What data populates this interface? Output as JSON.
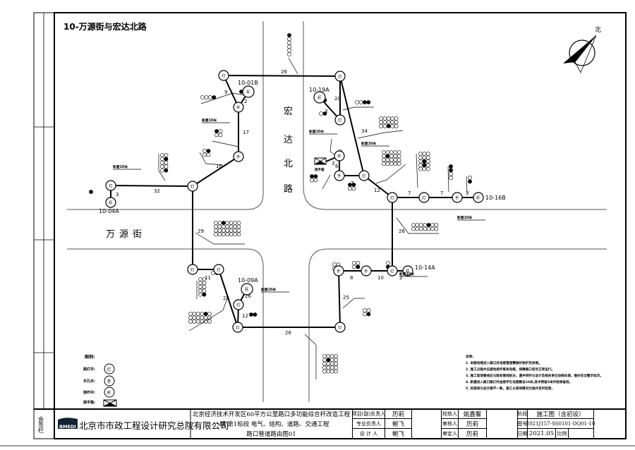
{
  "drawing": {
    "title": "10-万源街与宏达北路",
    "north_label": "北",
    "roads": {
      "horizontal": "万源街",
      "vertical": [
        "宏",
        "达",
        "北",
        "路"
      ]
    },
    "node_glyphs": {
      "light": "灯",
      "hand": "手",
      "pole": "杆"
    },
    "pole_labels": [
      "10-04A",
      "10-01B",
      "10-19A",
      "10-16B",
      "10-14A",
      "10-09A"
    ],
    "segment_lengths": [
      "3",
      "32",
      "16",
      "17",
      "9",
      "2",
      "26",
      "20",
      "3",
      "34",
      "6",
      "3",
      "7",
      "12",
      "7",
      "7",
      "3",
      "26",
      "8",
      "10",
      "2",
      "25",
      "26",
      "12",
      "26",
      "11",
      "29"
    ],
    "callouts": [
      "新建10米",
      "新建10米",
      "新建10米",
      "新建10米",
      "新建10米",
      "新建10米",
      "新建10米"
    ],
    "box_label": "接手箱"
  },
  "legend": {
    "title": "图例:",
    "items": [
      {
        "label": "路灯井:",
        "glyph": "灯"
      },
      {
        "label": "手孔井:",
        "glyph": "手"
      },
      {
        "label": "接杆井:",
        "glyph": "杆"
      },
      {
        "label": "接手箱:",
        "glyph": ""
      }
    ]
  },
  "notes": {
    "title": "说明:",
    "items": [
      "1. 本图电缆进入路口处电缆管道需做好保护及封堵。",
      "2. 施工过程中应避免损坏既有电缆，保障路口信号正常运行。",
      "3. 施工现场管线应与既有管线核对，遇冲突时与设计及相关单位协商处理，做好安全警示标示。",
      "4. 新建进入路口路灯杆由接手孔电缆敷设10米,其中预留3米作检修备用。",
      "5. 如现场与设计图不一致，施工以现场情况为准并及时变更。"
    ]
  },
  "title_block": {
    "company": "北京市市政工程设计研究总院有限公司",
    "logo_text": "BMEDI",
    "side_stamp": "会签栏",
    "project_lines": [
      "北京经济技术开发区60平方公里路口多功能综合杆改造工程",
      "一期 第1标段 电气、结构、道路、交通工程",
      "路口管道路由图01"
    ],
    "roles": [
      {
        "role": "项目(副)负责人",
        "name": "历莉"
      },
      {
        "role": "专业负责人",
        "name": "鲍飞"
      },
      {
        "role": "设 计 人",
        "name": "鲍飞"
      }
    ],
    "checks": [
      {
        "role": "校核人",
        "name": "姚嘉馨"
      },
      {
        "role": "审核人",
        "name": "历莉"
      },
      {
        "role": "审定人",
        "name": "历莉"
      }
    ],
    "stage_label": "阶段",
    "stage": "施工图（含初设）",
    "drawing_no_label": "图号",
    "drawing_no": "2021J157-SS0101-DQ01-10",
    "date_label": "日期",
    "date": "2021.05",
    "scale_label": "比例",
    "scale": ""
  }
}
